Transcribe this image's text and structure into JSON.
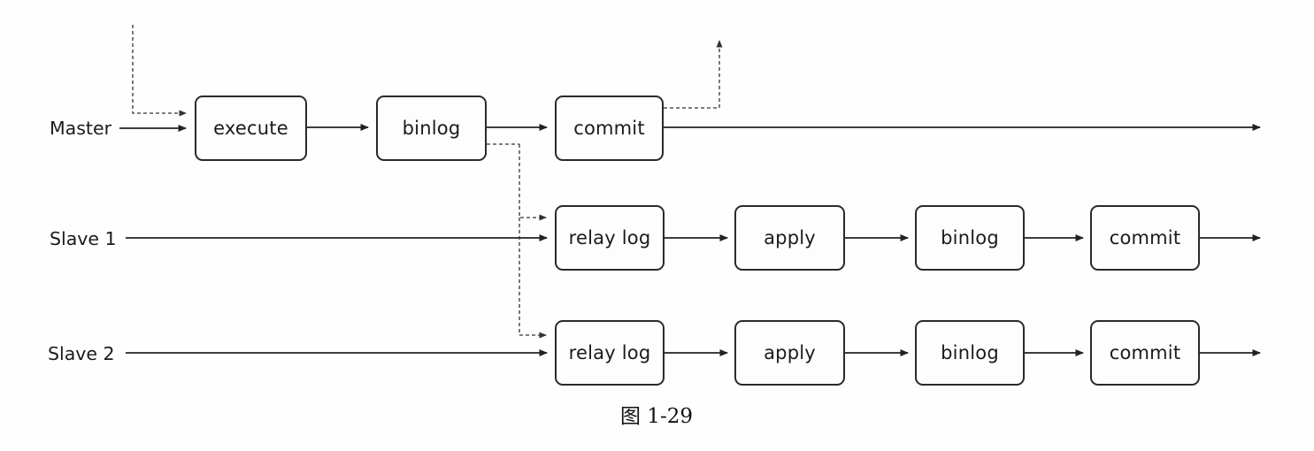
{
  "figure": {
    "caption": "图 1-29"
  },
  "colors": {
    "line": "#222222",
    "box_border": "#2a2a2a",
    "text": "#1b1b1b",
    "background": "#fefefe"
  },
  "rows": [
    {
      "label": "Master",
      "boxes": [
        {
          "label": "execute"
        },
        {
          "label": "binlog"
        },
        {
          "label": "commit"
        }
      ]
    },
    {
      "label": "Slave 1",
      "boxes": [
        {
          "label": "relay log"
        },
        {
          "label": "apply"
        },
        {
          "label": "binlog"
        },
        {
          "label": "commit"
        }
      ]
    },
    {
      "label": "Slave 2",
      "boxes": [
        {
          "label": "relay log"
        },
        {
          "label": "apply"
        },
        {
          "label": "binlog"
        },
        {
          "label": "commit"
        }
      ]
    }
  ]
}
